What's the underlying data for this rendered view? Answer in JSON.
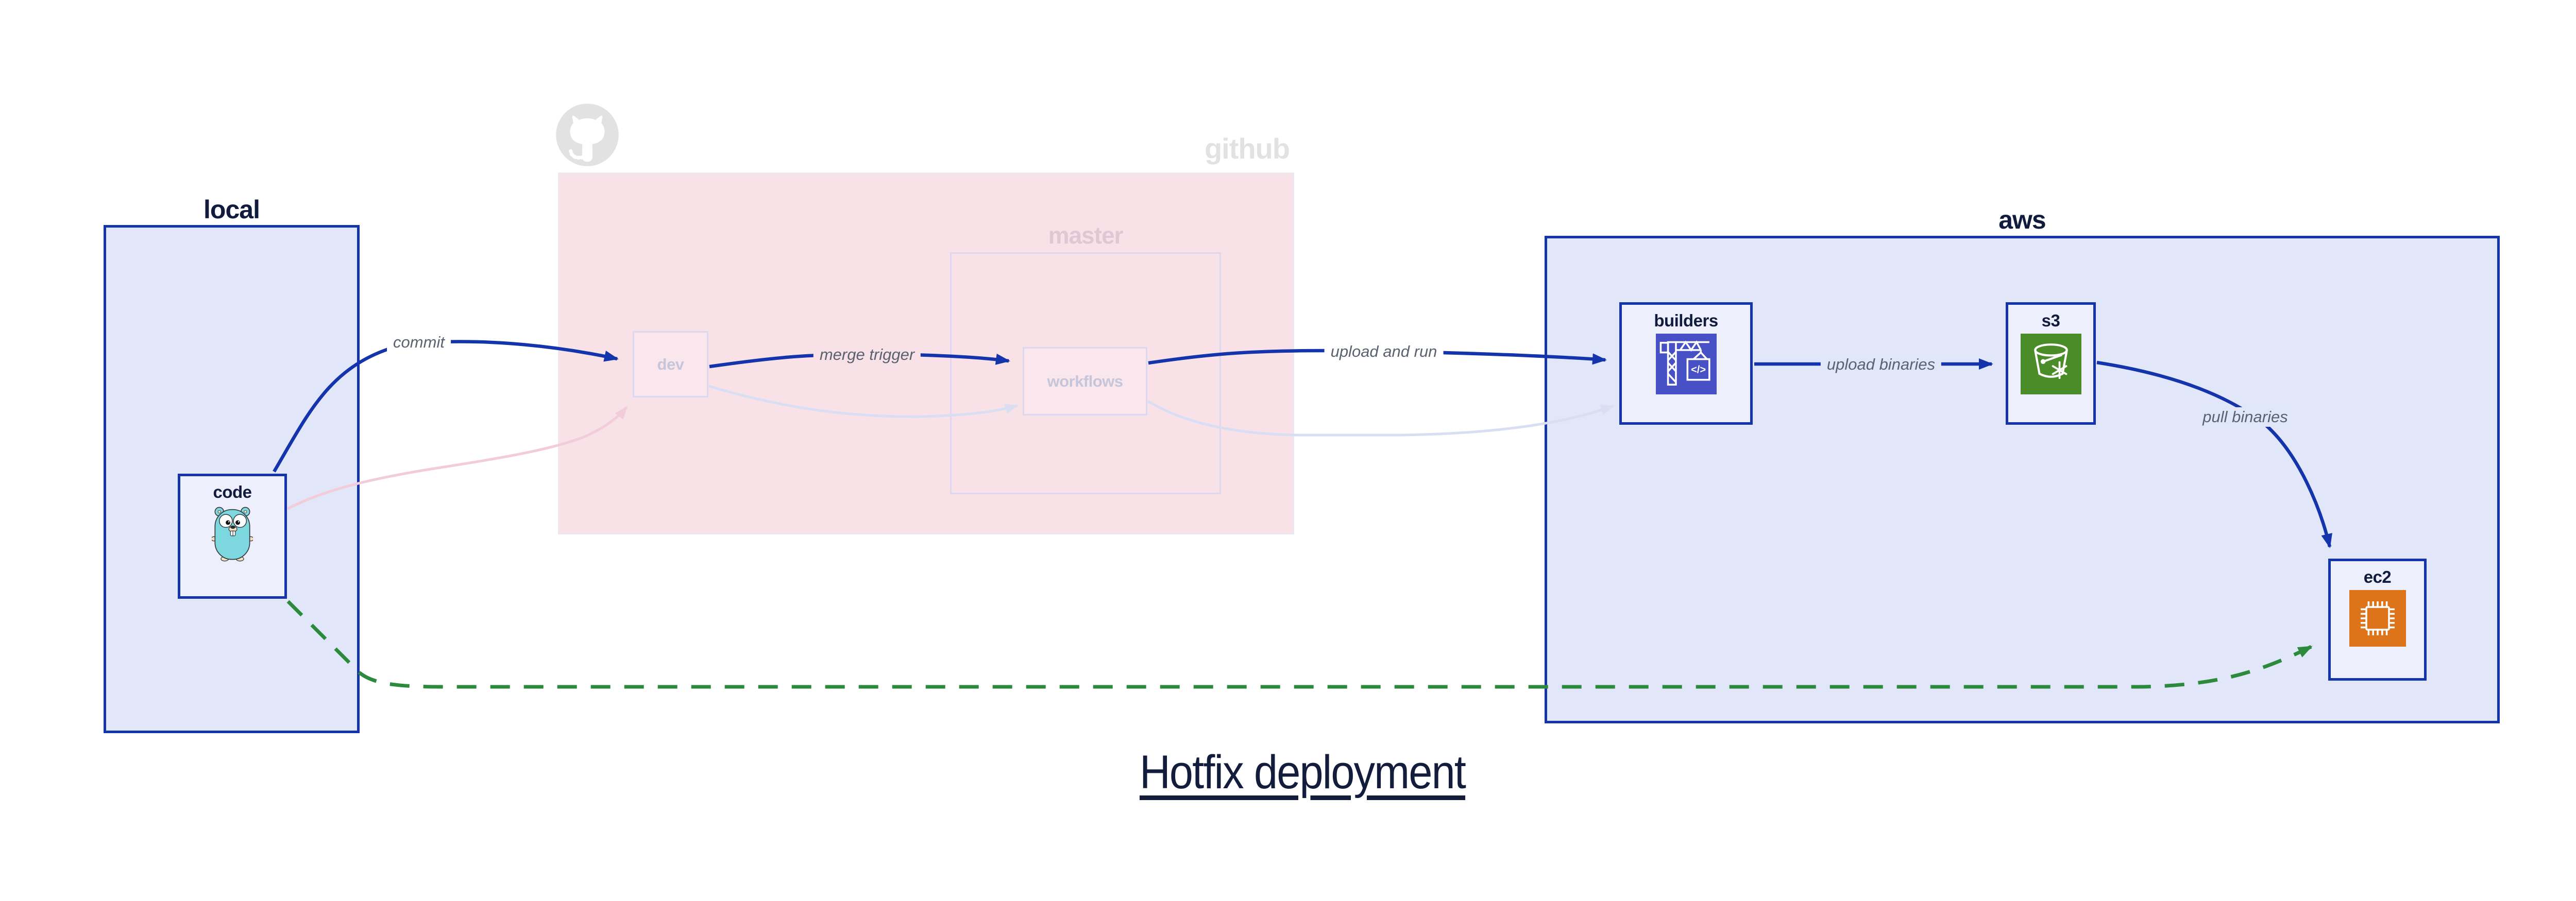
{
  "diagram": {
    "title": "Hotfix deployment",
    "containers": {
      "local": {
        "label": "local"
      },
      "github": {
        "label": "github",
        "master": {
          "label": "master"
        }
      },
      "aws": {
        "label": "aws"
      }
    },
    "nodes": {
      "code": {
        "label": "code"
      },
      "dev": {
        "label": "dev"
      },
      "workflows": {
        "label": "workflows"
      },
      "builders": {
        "label": "builders"
      },
      "s3": {
        "label": "s3"
      },
      "ec2": {
        "label": "ec2"
      }
    },
    "edges": {
      "commit": {
        "label": "commit"
      },
      "merge_trigger": {
        "label": "merge trigger"
      },
      "upload_and_run": {
        "label": "upload and run"
      },
      "upload_binaries": {
        "label": "upload binaries"
      },
      "pull_binaries": {
        "label": "pull binaries"
      }
    },
    "colors": {
      "accent_blue": "#1434ab",
      "container_fill_blue": "#e1e6f9",
      "container_fill_pink": "#f8e2e7",
      "node_fill": "#edf0fc",
      "faded_border": "#dbd8ef",
      "faded_pink_edge": "#f3ccd9",
      "faded_lavender_edge": "#dadef2",
      "hotfix_green": "#2b8a3c",
      "codebuild_icon": "#4750c5",
      "s3_icon": "#4a8c28",
      "ec2_icon": "#dd7419",
      "gopher_teal": "#7cd7de",
      "github_grey": "#e2e2e2"
    }
  }
}
